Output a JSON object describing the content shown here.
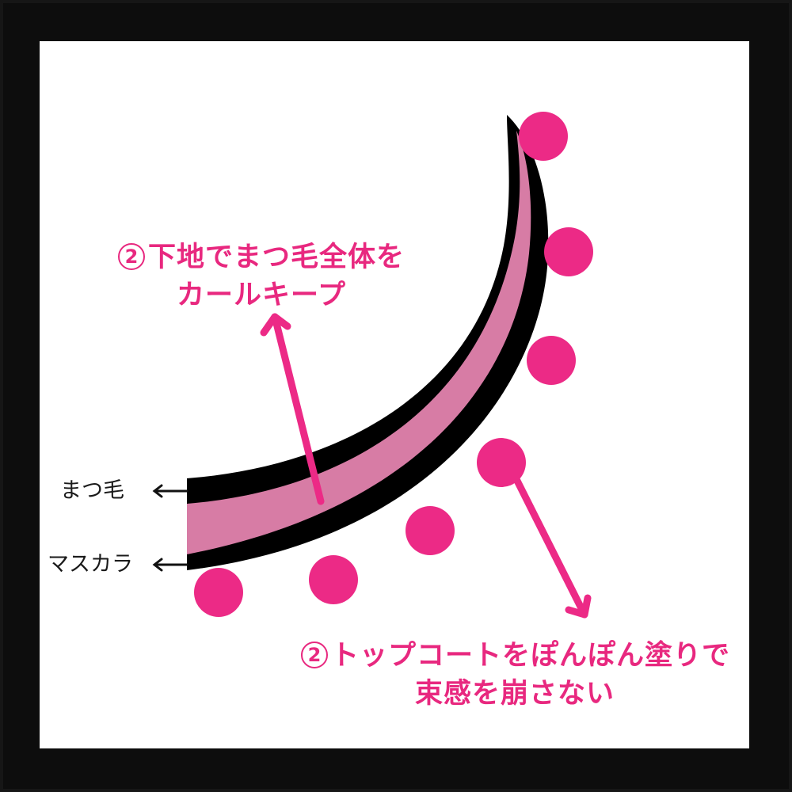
{
  "colors": {
    "frame": "#0d0d0d",
    "background": "#ffffff",
    "lash_outline": "#000000",
    "lash_inner": "#d77ca5",
    "accent_pink": "#ec2a86",
    "label_pink": "#e8287f",
    "side_label": "#1a1a1a"
  },
  "labels": {
    "top": {
      "number": "2",
      "line1": "下地でまつ毛全体を",
      "line2": "カールキープ"
    },
    "bottom": {
      "number": "2",
      "line1": "トップコートをぽんぽん塗りで",
      "line2": "束感を崩さない"
    },
    "side": {
      "eyelash": "まつ毛",
      "mascara": "マスカラ"
    }
  },
  "icons": {
    "left_arrow": "arrow-left-icon",
    "up_arrow": "arrow-up-icon",
    "down_arrow": "arrow-down-right-icon",
    "dots": "topcoat-dot-icon"
  }
}
